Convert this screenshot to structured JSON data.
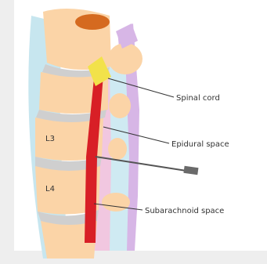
{
  "labels": {
    "spinal_cord": "Spinal cord",
    "epidural_space": "Epidural space",
    "subarachnoid_space": "Subarachnoid space",
    "vertebra_l3": "L3",
    "vertebra_l4": "L4"
  },
  "colors": {
    "bone": "#fbd4a7",
    "disc": "#cfcfcf",
    "outer_skin": "#c7e6ef",
    "ligament": "#d7b6e6",
    "dura": "#f1c7e0",
    "spinal_cord": "#d81f26",
    "cord_top": "#f2e24a",
    "nerve_top": "#d56a1f",
    "needle": "#555555"
  }
}
